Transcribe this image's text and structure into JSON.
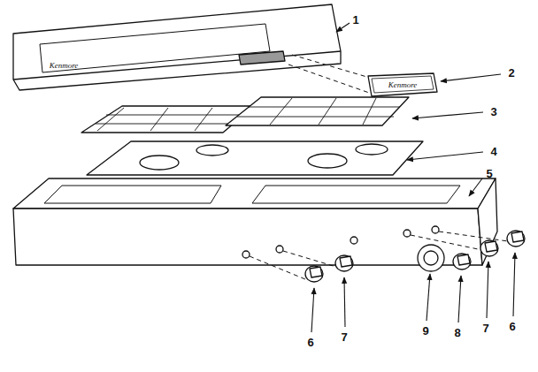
{
  "diagram": {
    "labels": [
      "1",
      "Kenmore",
      "Kenmore",
      "2",
      "3",
      "4",
      "5",
      "6",
      "7",
      "9",
      "8",
      "7",
      "6"
    ]
  }
}
